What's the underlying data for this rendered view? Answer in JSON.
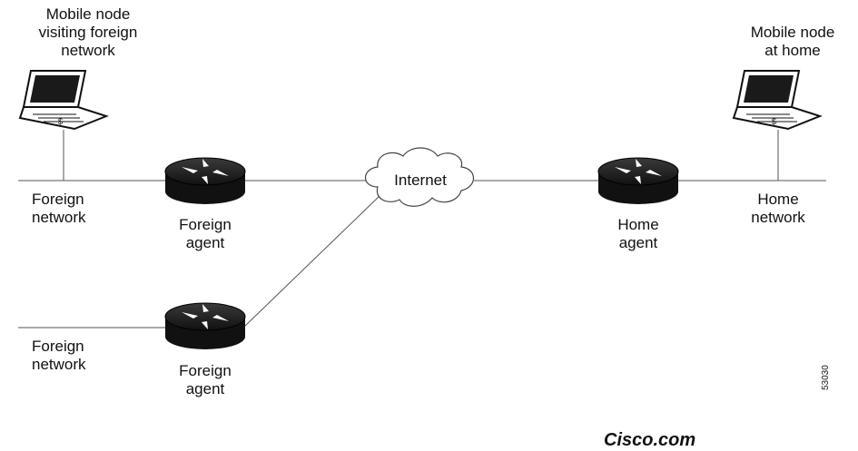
{
  "labels": {
    "mobile_visiting": [
      "Mobile node",
      "visiting foreign",
      "network"
    ],
    "mobile_home": [
      "Mobile node",
      "at home"
    ],
    "foreign_network_1": [
      "Foreign",
      "network"
    ],
    "foreign_agent_1": [
      "Foreign",
      "agent"
    ],
    "foreign_network_2": [
      "Foreign",
      "network"
    ],
    "foreign_agent_2": [
      "Foreign",
      "agent"
    ],
    "internet": "Internet",
    "home_agent": [
      "Home",
      "agent"
    ],
    "home_network": [
      "Home",
      "network"
    ]
  },
  "brand": "Cisco.com",
  "figure_id": "53030",
  "icons": {
    "laptop": "laptop-icon",
    "router": "router-icon",
    "cloud": "cloud-icon"
  }
}
